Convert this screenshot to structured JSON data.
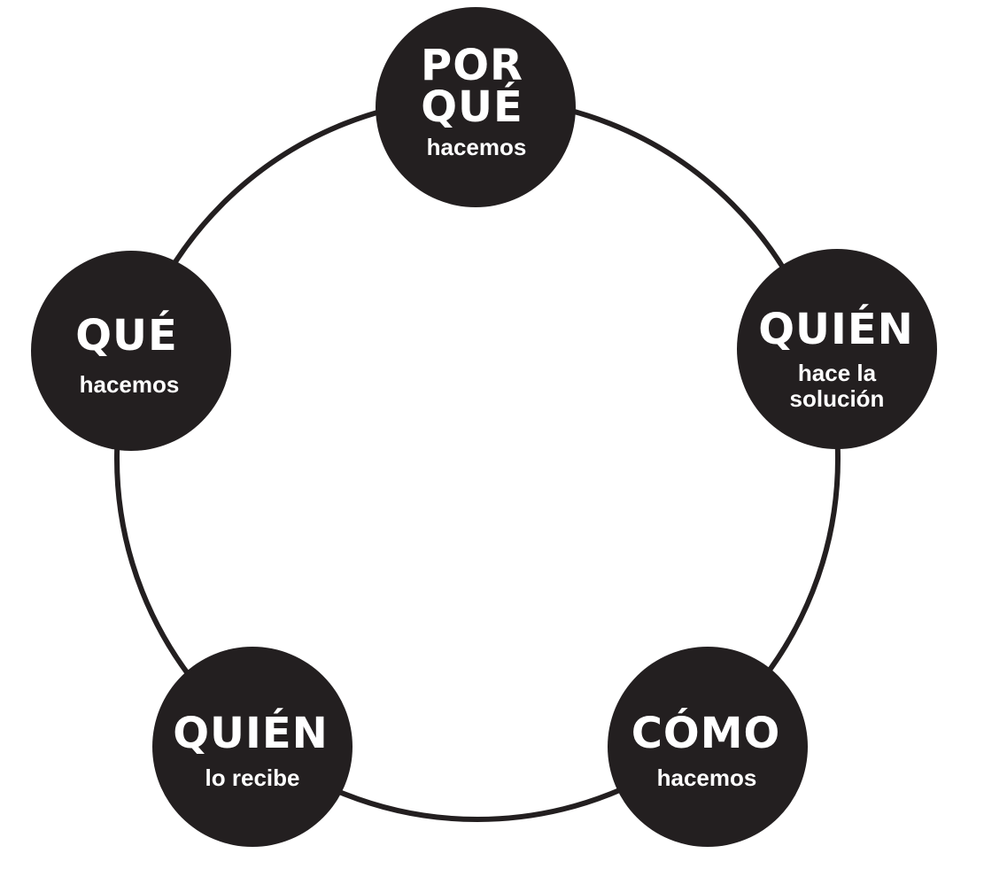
{
  "colors": {
    "node_fill": "#231f20",
    "text": "#ffffff",
    "background": "#ffffff"
  },
  "nodes": [
    {
      "id": "porque",
      "title_lines": [
        "POR",
        "QUÉ"
      ],
      "subtitle_lines": [
        "hacemos"
      ]
    },
    {
      "id": "quien-hace",
      "title_lines": [
        "QUIÉN"
      ],
      "subtitle_lines": [
        "hace la",
        "solución"
      ]
    },
    {
      "id": "como",
      "title_lines": [
        "CÓMO"
      ],
      "subtitle_lines": [
        "hacemos"
      ]
    },
    {
      "id": "quien-recibe",
      "title_lines": [
        "QUIÉN"
      ],
      "subtitle_lines": [
        "lo recibe"
      ]
    },
    {
      "id": "que",
      "title_lines": [
        "QUÉ"
      ],
      "subtitle_lines": [
        "hacemos"
      ]
    }
  ]
}
